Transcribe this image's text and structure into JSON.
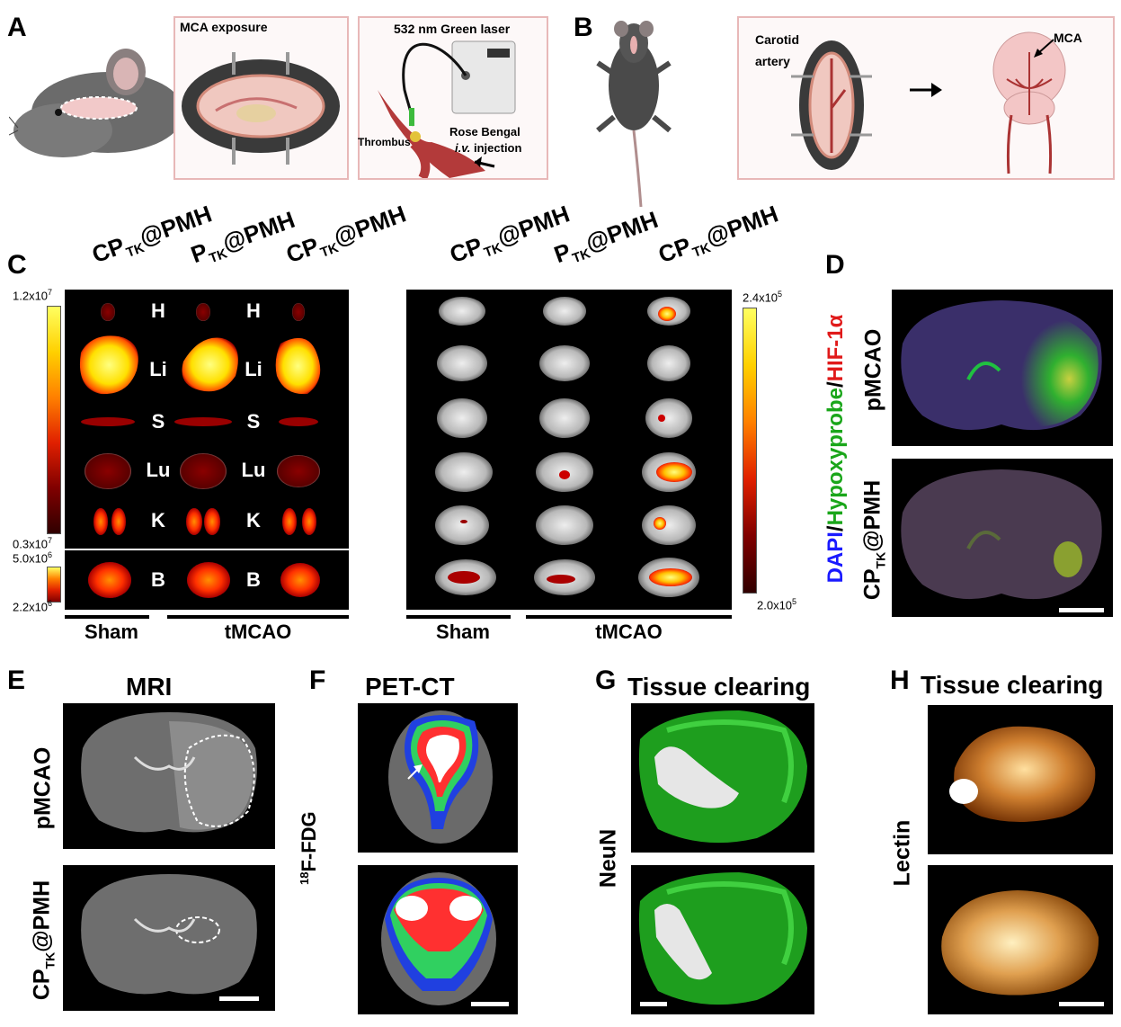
{
  "panels": {
    "A": {
      "label": "A",
      "mca_exposure": "MCA exposure",
      "laser": "532 nm Green laser",
      "rose_bengal": "Rose Bengal",
      "iv": "i.v.",
      "injection": "injection",
      "thrombus": "Thrombus"
    },
    "B": {
      "label": "B",
      "carotid": "Carotid",
      "artery": "artery",
      "mca": "MCA"
    },
    "C": {
      "label": "C",
      "left_groups": [
        {
          "pre": "CP",
          "sub": "TK",
          "post": "@PMH"
        },
        {
          "pre": "P",
          "sub": "TK",
          "post": "@PMH"
        },
        {
          "pre": "CP",
          "sub": "TK",
          "post": "@PMH"
        }
      ],
      "right_groups": [
        {
          "pre": "CP",
          "sub": "TK",
          "post": "@PMH"
        },
        {
          "pre": "P",
          "sub": "TK",
          "post": "@PMH"
        },
        {
          "pre": "CP",
          "sub": "TK",
          "post": "@PMH"
        }
      ],
      "organs": [
        "H",
        "Li",
        "S",
        "Lu",
        "K",
        "B"
      ],
      "left_scale_top": "1.2x10",
      "left_scale_top_exp": "7",
      "left_scale_bottom": "0.3x10",
      "left_scale_bottom_exp": "7",
      "brain_scale_top": "5.0x10",
      "brain_scale_top_exp": "6",
      "brain_scale_bottom": "2.2x10",
      "brain_scale_bottom_exp": "6",
      "right_scale_top": "2.4x10",
      "right_scale_top_exp": "5",
      "right_scale_bottom": "2.0x10",
      "right_scale_bottom_exp": "5",
      "sham": "Sham",
      "tmcao": "tMCAO"
    },
    "D": {
      "label": "D",
      "stain_dapi": "DAPI",
      "stain_sep1": "/",
      "stain_hypoxy": "Hypoxyprobe",
      "stain_sep2": "/",
      "stain_hif": "HIF-1α",
      "row1": "pMCAO",
      "row2_pre": "CP",
      "row2_sub": "TK",
      "row2_post": "@PMH"
    },
    "E": {
      "label": "E",
      "title": "MRI",
      "row1": "pMCAO",
      "row2_pre": "CP",
      "row2_sub": "TK",
      "row2_post": "@PMH"
    },
    "F": {
      "label": "F",
      "title": "PET-CT",
      "side_sup": "18",
      "side": "F-FDG"
    },
    "G": {
      "label": "G",
      "title": "Tissue clearing",
      "side": "NeuN"
    },
    "H": {
      "label": "H",
      "title": "Tissue clearing",
      "side": "Lectin"
    }
  },
  "colors": {
    "dapi": "#1a1aff",
    "hypoxy": "#1aa61a",
    "hif": "#e01a1a",
    "frame": "#e8b8b8"
  }
}
